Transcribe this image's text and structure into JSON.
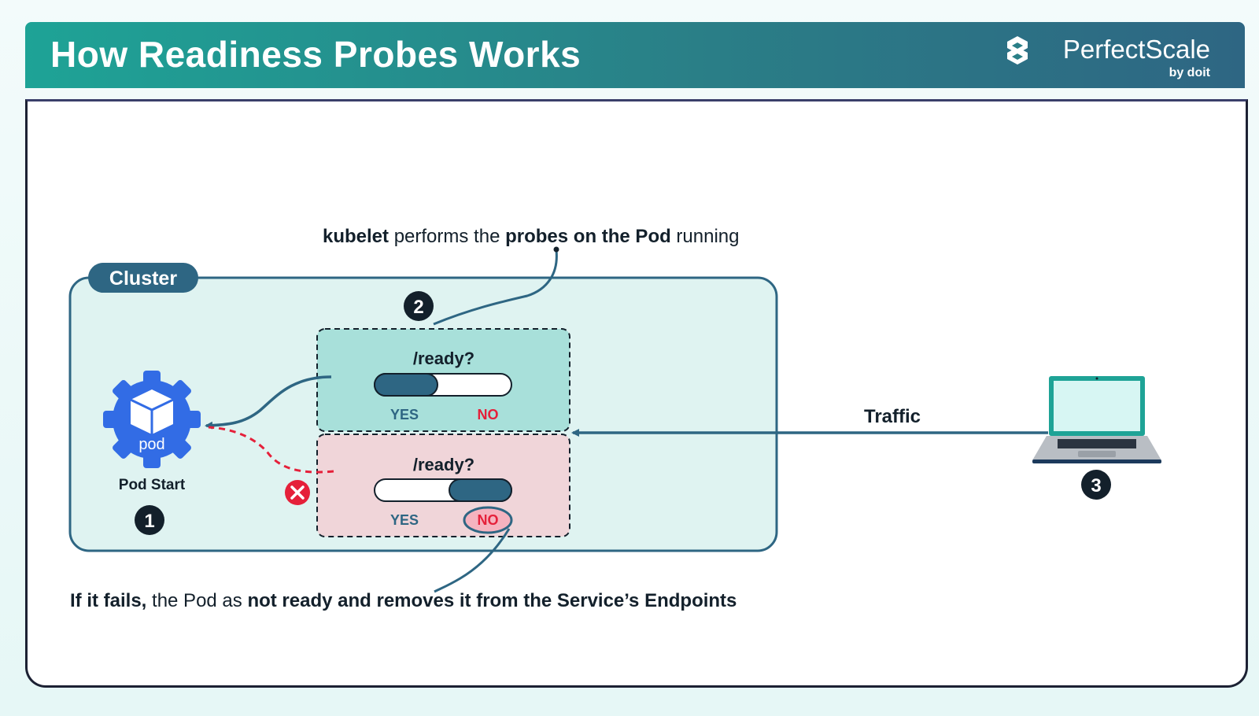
{
  "header": {
    "title": "How Readiness Probes Works",
    "brand_name": "PerfectScale",
    "brand_sub": "by doit"
  },
  "diagram": {
    "cluster_label": "Cluster",
    "pod_label": "pod",
    "pod_caption": "Pod Start",
    "step1": "1",
    "step2": "2",
    "step3": "3",
    "probe_top": {
      "question": "/ready?",
      "yes": "YES",
      "no": "NO"
    },
    "probe_bottom": {
      "question": "/ready?",
      "yes": "YES",
      "no": "NO"
    },
    "traffic_label": "Traffic",
    "kubelet_note": {
      "p1": "kubelet",
      "p2": " performs the ",
      "p3": "probes on the Pod",
      "p4": " running"
    },
    "fail_note": {
      "p1": "If it fails,",
      "p2": " the Pod as ",
      "p3": "not ready and removes it from the Service’s Endpoints"
    }
  },
  "colors": {
    "teal_dark": "#2e6683",
    "teal_fill": "#a8e0da",
    "pink_fill": "#f0d5d9",
    "red": "#e5203a",
    "pod_blue": "#326ce5",
    "navy": "#13202b"
  }
}
